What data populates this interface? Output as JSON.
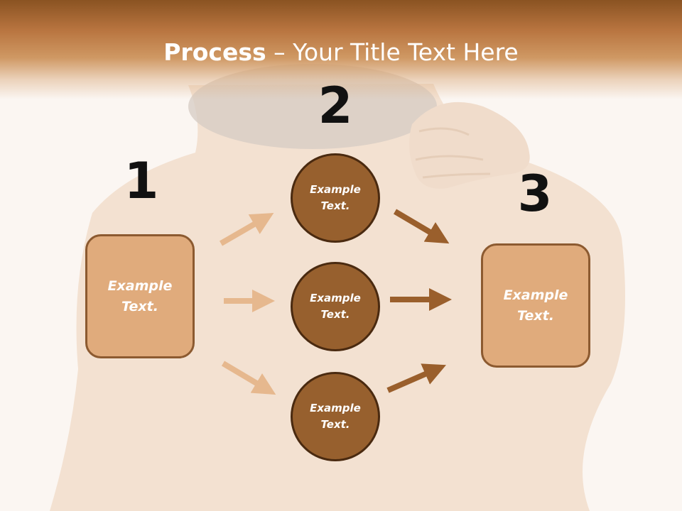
{
  "slide": {
    "title_bold": "Process",
    "title_rest": " – Your Title Text Here",
    "step_numbers": [
      "1",
      "2",
      "3"
    ],
    "left_box": {
      "label": "Example\nText."
    },
    "right_box": {
      "label": "Example\nText."
    },
    "circles": [
      {
        "label": "Example\nText."
      },
      {
        "label": "Example\nText."
      },
      {
        "label": "Example\nText."
      }
    ]
  },
  "colors": {
    "header": "#b8743f",
    "box_fill": "#e0ab7c",
    "box_border": "#8c5a30",
    "circle_fill": "#97602e",
    "circle_border": "#4a2a10",
    "light_arrow": "#e6b88e",
    "dark_arrow": "#9a5f2c",
    "number_text": "#111111"
  }
}
